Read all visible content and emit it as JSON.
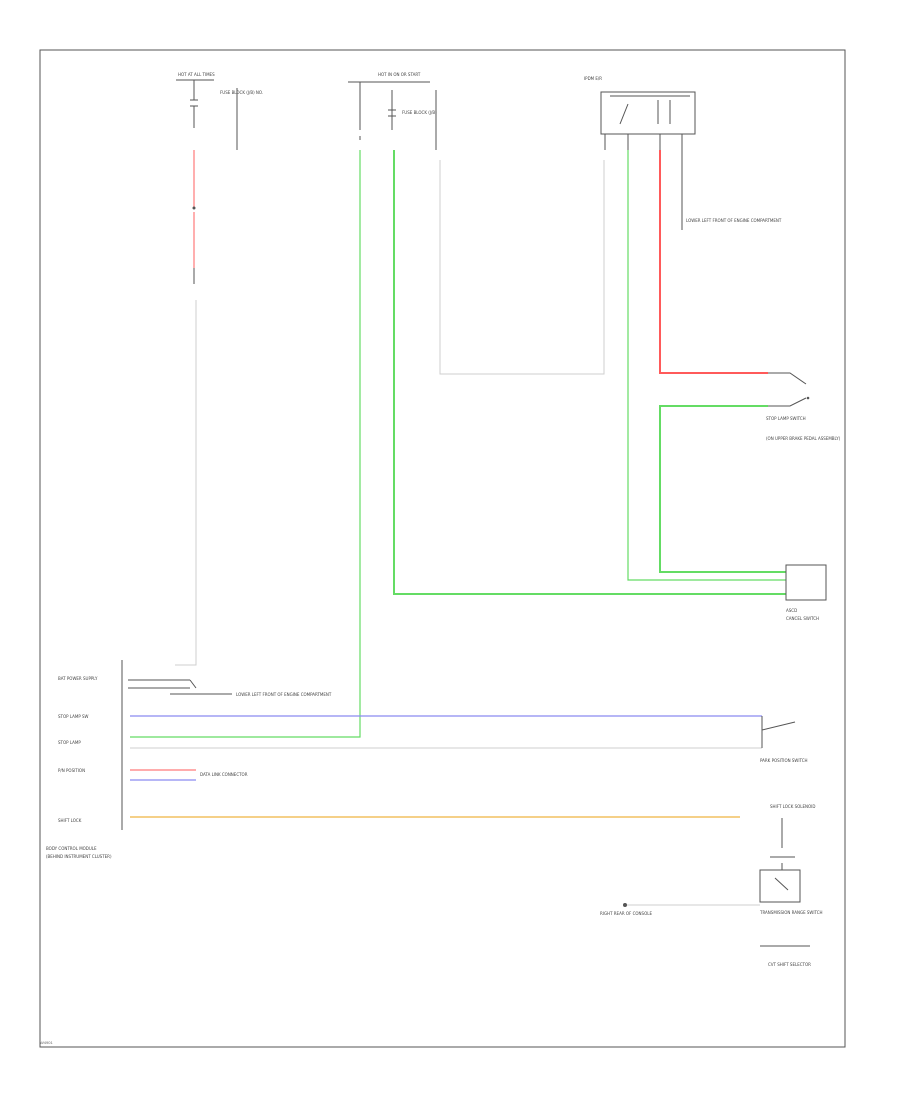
{
  "diagram": {
    "figure_id": "W4901",
    "labels": {
      "fuse1_hot": "HOT AT ALL TIMES",
      "fuse1_text": "FUSE BLOCK (J/B) NO.",
      "fuse2_hot": "HOT IN ON OR START",
      "fuse2_text": "FUSE BLOCK (J/B)",
      "ipdm_text": "IPDM E/R",
      "left_relay_note": "LOWER LEFT FRONT OF ENGINE COMPARTMENT",
      "stop_lamp_switch": "STOP LAMP SWITCH",
      "stop_lamp_sub": "(ON UPPER BRAKE PEDAL ASSEMBLY)",
      "lds": "ASCD",
      "lds_sub": "CANCEL SWITCH",
      "bcm_title": "BODY CONTROL MODULE",
      "bcm_sub": "(BEHIND INSTRUMENT CLUSTER)",
      "bcm_pin1": "BAT POWER SUPPLY",
      "bcm_pin2": "STOP LAMP SW",
      "bcm_pin3": "STOP LAMP",
      "bcm_pin4": "P/N POSITION",
      "bcm_pin5": "SHIFT LOCK",
      "park_neutral_switch": "PARK POSITION SWITCH",
      "data_link": "DATA LINK CONNECTOR",
      "shift_lock": "SHIFT LOCK SOLENOID",
      "trans_range": "TRANSMISSION RANGE SWITCH",
      "ground_note": "RIGHT REAR OF CONSOLE",
      "cvt_selector": "CVT SHIFT SELECTOR"
    }
  }
}
